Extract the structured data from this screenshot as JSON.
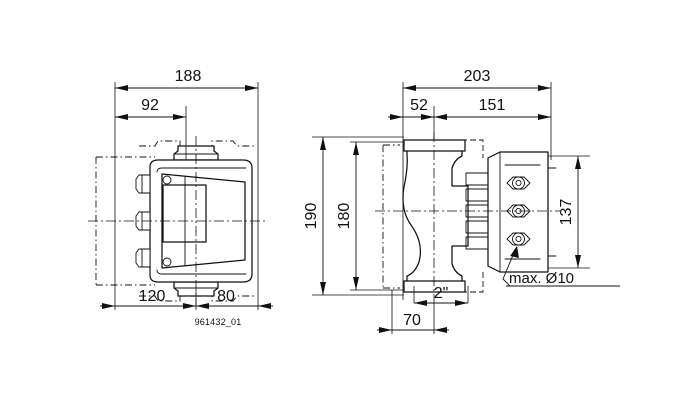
{
  "drawing": {
    "reference_number": "961432_01",
    "background_color": "#ffffff",
    "line_color": "#111111",
    "views": {
      "front": {
        "name": "front-view",
        "dimensions": {
          "overall_width": "188",
          "offset_width": "92",
          "left_segment": "120",
          "right_segment": "80"
        }
      },
      "side": {
        "name": "side-view",
        "dimensions": {
          "overall_depth": "203",
          "body_to_center": "52",
          "center_to_end": "151",
          "overall_height": "190",
          "body_height": "180",
          "terminal_box_height": "137",
          "flange_width": "70",
          "port_size": "2\"",
          "cable_gland_note": "max. Ø10"
        }
      }
    },
    "annotations": [
      {
        "id": "dim-188",
        "label": "188",
        "orientation": "horizontal"
      },
      {
        "id": "dim-92",
        "label": "92",
        "orientation": "horizontal"
      },
      {
        "id": "dim-120",
        "label": "120",
        "orientation": "horizontal"
      },
      {
        "id": "dim-80",
        "label": "80",
        "orientation": "horizontal"
      },
      {
        "id": "dim-203",
        "label": "203",
        "orientation": "horizontal"
      },
      {
        "id": "dim-52",
        "label": "52",
        "orientation": "horizontal"
      },
      {
        "id": "dim-151",
        "label": "151",
        "orientation": "horizontal"
      },
      {
        "id": "dim-190",
        "label": "190",
        "orientation": "vertical"
      },
      {
        "id": "dim-180",
        "label": "180",
        "orientation": "vertical"
      },
      {
        "id": "dim-137",
        "label": "137",
        "orientation": "vertical"
      },
      {
        "id": "dim-70",
        "label": "70",
        "orientation": "horizontal"
      },
      {
        "id": "dim-2in",
        "label": "2\"",
        "orientation": "horizontal"
      },
      {
        "id": "note-max-dia",
        "label": "max. Ø10",
        "orientation": "leader"
      },
      {
        "id": "ref-number",
        "label": "961432_01",
        "orientation": "text"
      }
    ]
  }
}
